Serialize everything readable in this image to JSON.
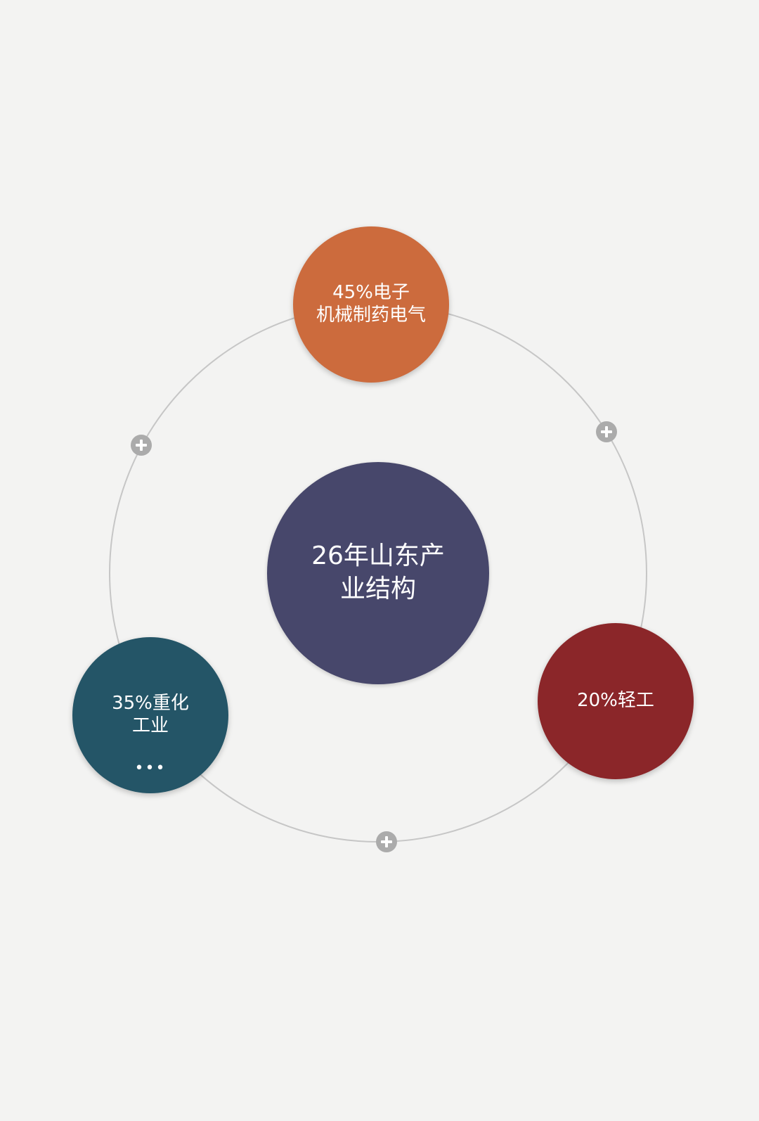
{
  "diagram": {
    "center": {
      "line1": "26年山东产",
      "line2": "业结构",
      "color": "#47476b"
    },
    "segments": [
      {
        "id": "electronics",
        "line1": "45%电子",
        "line2": "机械制药电气",
        "color": "#cc6b3d"
      },
      {
        "id": "light-industry",
        "line1": "20%轻工",
        "color": "#8b2629"
      },
      {
        "id": "heavy-chemical",
        "line1": "35%重化",
        "line2": "工业",
        "more": "•••",
        "color": "#245567"
      }
    ],
    "ring_color": "#c6c6c6",
    "button_color": "#ababab",
    "add_buttons": [
      {
        "icon": "plus-circle-icon"
      },
      {
        "icon": "plus-circle-icon"
      },
      {
        "icon": "plus-circle-icon"
      }
    ]
  }
}
